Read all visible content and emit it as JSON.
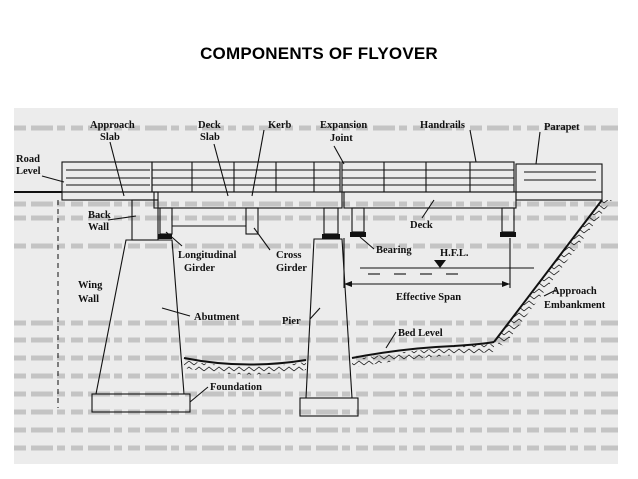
{
  "title": "COMPONENTS OF FLYOVER",
  "colors": {
    "paper": "#ececec",
    "ink": "#111111",
    "text_shadow": "#b9b9b9"
  },
  "labels": {
    "approach_slab_1": "Approach",
    "approach_slab_2": "Slab",
    "deck_slab_1": "Deck",
    "deck_slab_2": "Slab",
    "kerb": "Kerb",
    "expansion_joint_1": "Expansion",
    "expansion_joint_2": "Joint",
    "handrails": "Handrails",
    "parapet": "Parapet",
    "road_level_1": "Road",
    "road_level_2": "Level",
    "back_wall_1": "Back",
    "back_wall_2": "Wall",
    "deck": "Deck",
    "longitudinal_girder_1": "Longitudinal",
    "longitudinal_girder_2": "Girder",
    "cross_girder_1": "Cross",
    "cross_girder_2": "Girder",
    "bearing": "Bearing",
    "hfl": "H.F.L.",
    "wing_wall_1": "Wing",
    "wing_wall_2": "Wall",
    "effective_span": "Effective Span",
    "approach_embankment_1": "Approach",
    "approach_embankment_2": "Embankment",
    "abutment": "Abutment",
    "pier": "Pier",
    "bed_level": "Bed Level",
    "foundation": "Foundation"
  }
}
